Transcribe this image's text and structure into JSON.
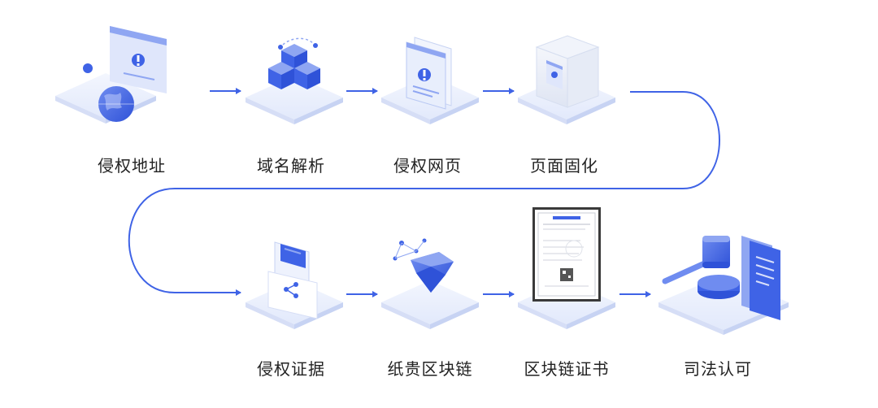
{
  "colors": {
    "accent": "#3f63e6",
    "accent_light": "#8fa6f2",
    "platform": "#e8eefc",
    "platform_side": "#cdd8f5",
    "connector": "#3f63e6",
    "text": "#222222"
  },
  "row1": [
    {
      "id": "infringing-address",
      "label": "侵权地址",
      "icon": "globe-alert-icon"
    },
    {
      "id": "domain-resolution",
      "label": "域名解析",
      "icon": "cubes-icon"
    },
    {
      "id": "infringing-webpage",
      "label": "侵权网页",
      "icon": "browser-windows-icon"
    },
    {
      "id": "page-fixation",
      "label": "页面固化",
      "icon": "glass-cube-icon"
    }
  ],
  "row2": [
    {
      "id": "infringing-evidence",
      "label": "侵权证据",
      "icon": "share-document-icon"
    },
    {
      "id": "paper-blockchain",
      "label": "纸贵区块链",
      "icon": "network-gem-icon"
    },
    {
      "id": "blockchain-certificate",
      "label": "区块链证书",
      "icon": "certificate-icon"
    },
    {
      "id": "judicial-recognition",
      "label": "司法认可",
      "icon": "gavel-document-icon"
    }
  ]
}
